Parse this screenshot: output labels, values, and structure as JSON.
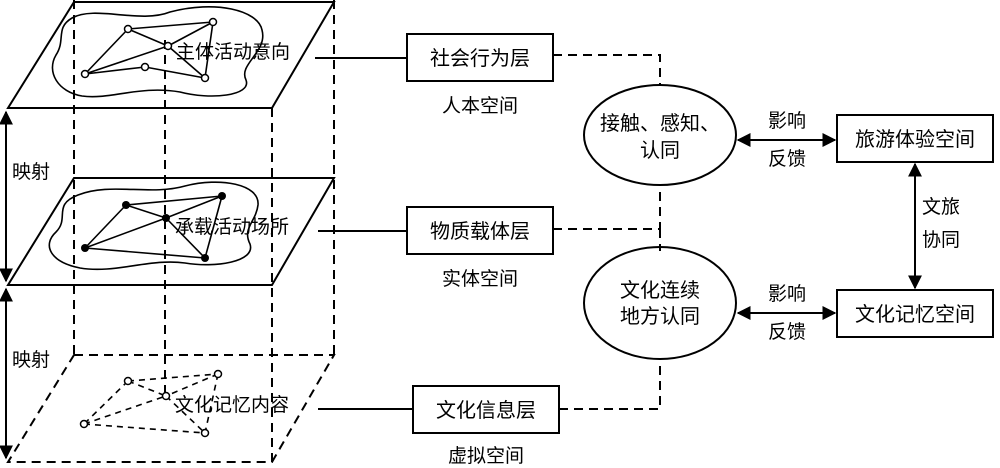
{
  "layers": {
    "top": {
      "inner_label": "主体活动意向",
      "box_label": "社会行为层",
      "space_label": "人本空间"
    },
    "middle": {
      "inner_label": "承载活动场所",
      "box_label": "物质载体层",
      "space_label": "实体空间"
    },
    "bottom": {
      "inner_label": "文化记忆内容",
      "box_label": "文化信息层",
      "space_label": "虚拟空间"
    }
  },
  "mapping": {
    "upper": "映射",
    "lower": "映射"
  },
  "ellipses": {
    "upper": {
      "line1": "接触、感知、",
      "line2": "认同"
    },
    "lower": {
      "line1": "文化连续",
      "line2": "地方认同"
    }
  },
  "arrows": {
    "upper": {
      "line1": "影响",
      "line2": "反馈"
    },
    "lower": {
      "line1": "影响",
      "line2": "反馈"
    },
    "vertical": {
      "line1": "文旅",
      "line2": "协同"
    }
  },
  "right_boxes": {
    "top": "旅游体验空间",
    "bottom": "文化记忆空间"
  }
}
